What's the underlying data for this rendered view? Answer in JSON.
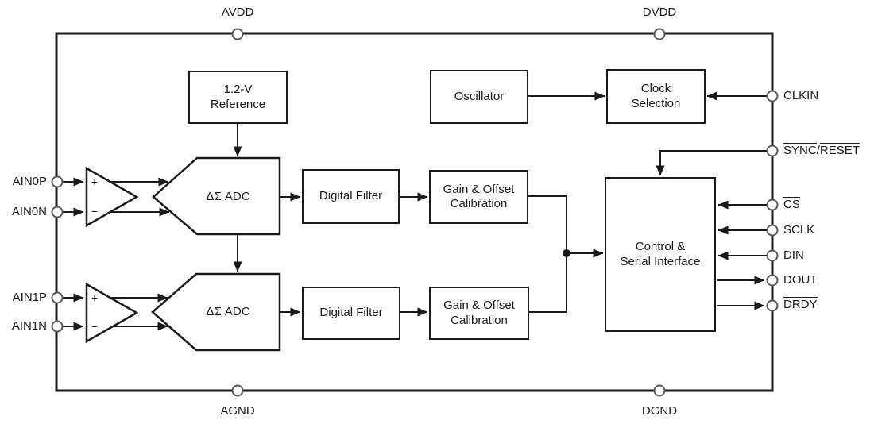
{
  "colors": {
    "line": "#1a1a1a",
    "background": "#ffffff",
    "pin": "#58595b"
  },
  "power_pins": {
    "avdd": "AVDD",
    "dvdd": "DVDD",
    "agnd": "AGND",
    "dgnd": "DGND"
  },
  "analog_inputs": {
    "ain0p": "AIN0P",
    "ain0n": "AIN0N",
    "ain1p": "AIN1P",
    "ain1n": "AIN1N"
  },
  "digital_pins": {
    "clkin": "CLKIN",
    "sync": "SYNC",
    "sync_separator": "/",
    "reset": "RESET",
    "cs": "CS",
    "sclk": "SCLK",
    "din": "DIN",
    "dout": "DOUT",
    "drdy": "DRDY"
  },
  "blocks": {
    "reference": {
      "line1": "1.2-V",
      "line2": "Reference"
    },
    "oscillator": {
      "label": "Oscillator"
    },
    "clock_selection": {
      "line1": "Clock",
      "line2": "Selection"
    },
    "adc_ch0": {
      "label": "ΔΣ ADC"
    },
    "adc_ch1": {
      "label": "ΔΣ ADC"
    },
    "digital_filter_ch0": {
      "label": "Digital Filter"
    },
    "digital_filter_ch1": {
      "label": "Digital Filter"
    },
    "gain_offset_ch0": {
      "line1": "Gain & Offset",
      "line2": "Calibration"
    },
    "gain_offset_ch1": {
      "line1": "Gain & Offset",
      "line2": "Calibration"
    },
    "control_serial": {
      "line1": "Control &",
      "line2": "Serial Interface"
    }
  },
  "amplifier_ch0": {
    "plus": "+",
    "minus": "−"
  },
  "amplifier_ch1": {
    "plus": "+",
    "minus": "−"
  }
}
